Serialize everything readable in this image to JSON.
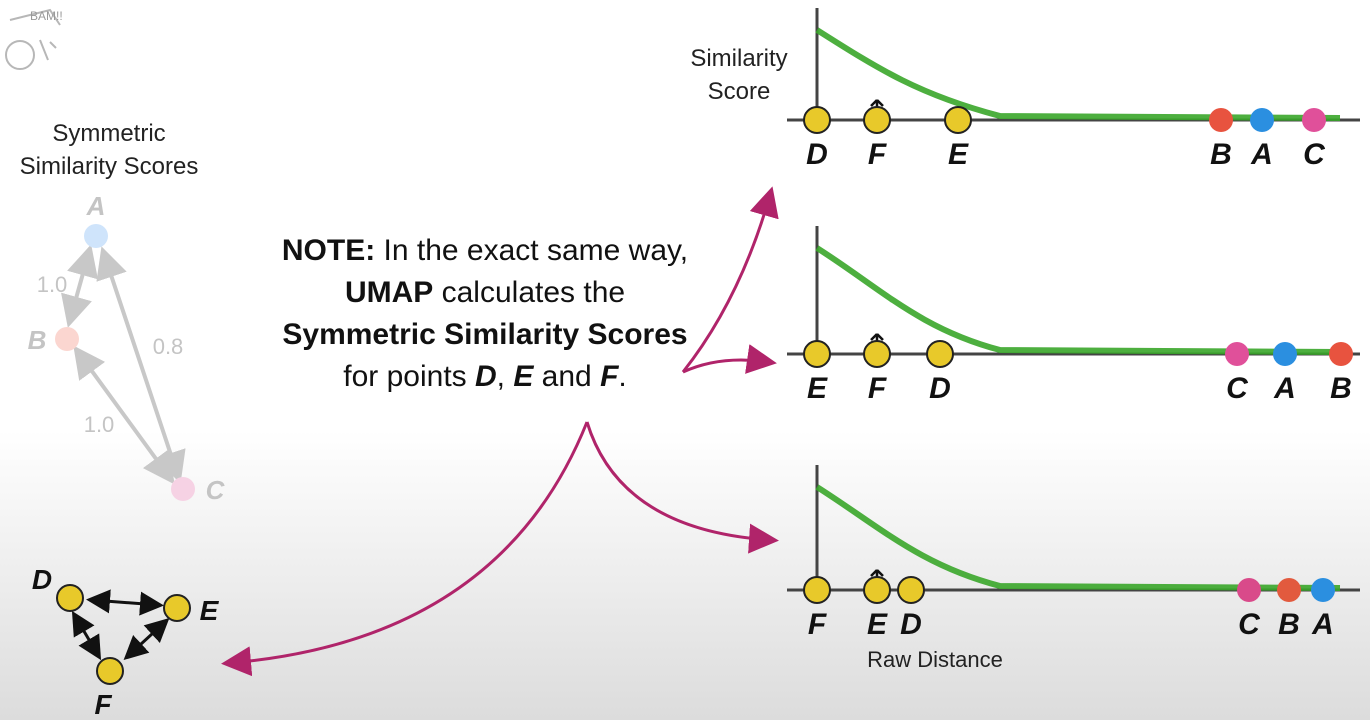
{
  "logo_text": "BAM!!",
  "left_panel": {
    "title_line1": "Symmetric",
    "title_line2": "Similarity Scores",
    "nodes": {
      "A": "A",
      "B": "B",
      "C": "C"
    },
    "edge_ab": "1.0",
    "edge_ac": "0.8",
    "edge_bc": "1.0"
  },
  "note": {
    "prefix_bold": "NOTE:",
    "t1": " In the exact same way, ",
    "umap": "UMAP",
    "t2": " calculates the ",
    "sss": "Symmetric Similarity Scores",
    "t3": " for points ",
    "d": "D",
    "comma": ", ",
    "e": "E",
    "t4": " and ",
    "f": "F",
    "period": "."
  },
  "triangle": {
    "D": "D",
    "E": "E",
    "F": "F"
  },
  "charts": {
    "y_label_line1": "Similarity",
    "y_label_line2": "Score",
    "x_label": "Raw Distance",
    "chart1": {
      "near": [
        "D",
        "F",
        "E"
      ],
      "far": [
        "B",
        "A",
        "C"
      ],
      "far_colors": [
        "#e8533f",
        "#2b8fe0",
        "#e0509a"
      ]
    },
    "chart2": {
      "near": [
        "E",
        "F",
        "D"
      ],
      "far": [
        "C",
        "A",
        "B"
      ],
      "far_colors": [
        "#e0509a",
        "#2b8fe0",
        "#e8533f"
      ]
    },
    "chart3": {
      "near": [
        "F",
        "E",
        "D"
      ],
      "far": [
        "C",
        "B",
        "A"
      ],
      "far_colors": [
        "#d94a8a",
        "#e25a3e",
        "#2b8fe0"
      ]
    }
  },
  "colors": {
    "yellow": "#e8c92a",
    "curve": "#3aa62a",
    "arrow": "#b0246a"
  }
}
